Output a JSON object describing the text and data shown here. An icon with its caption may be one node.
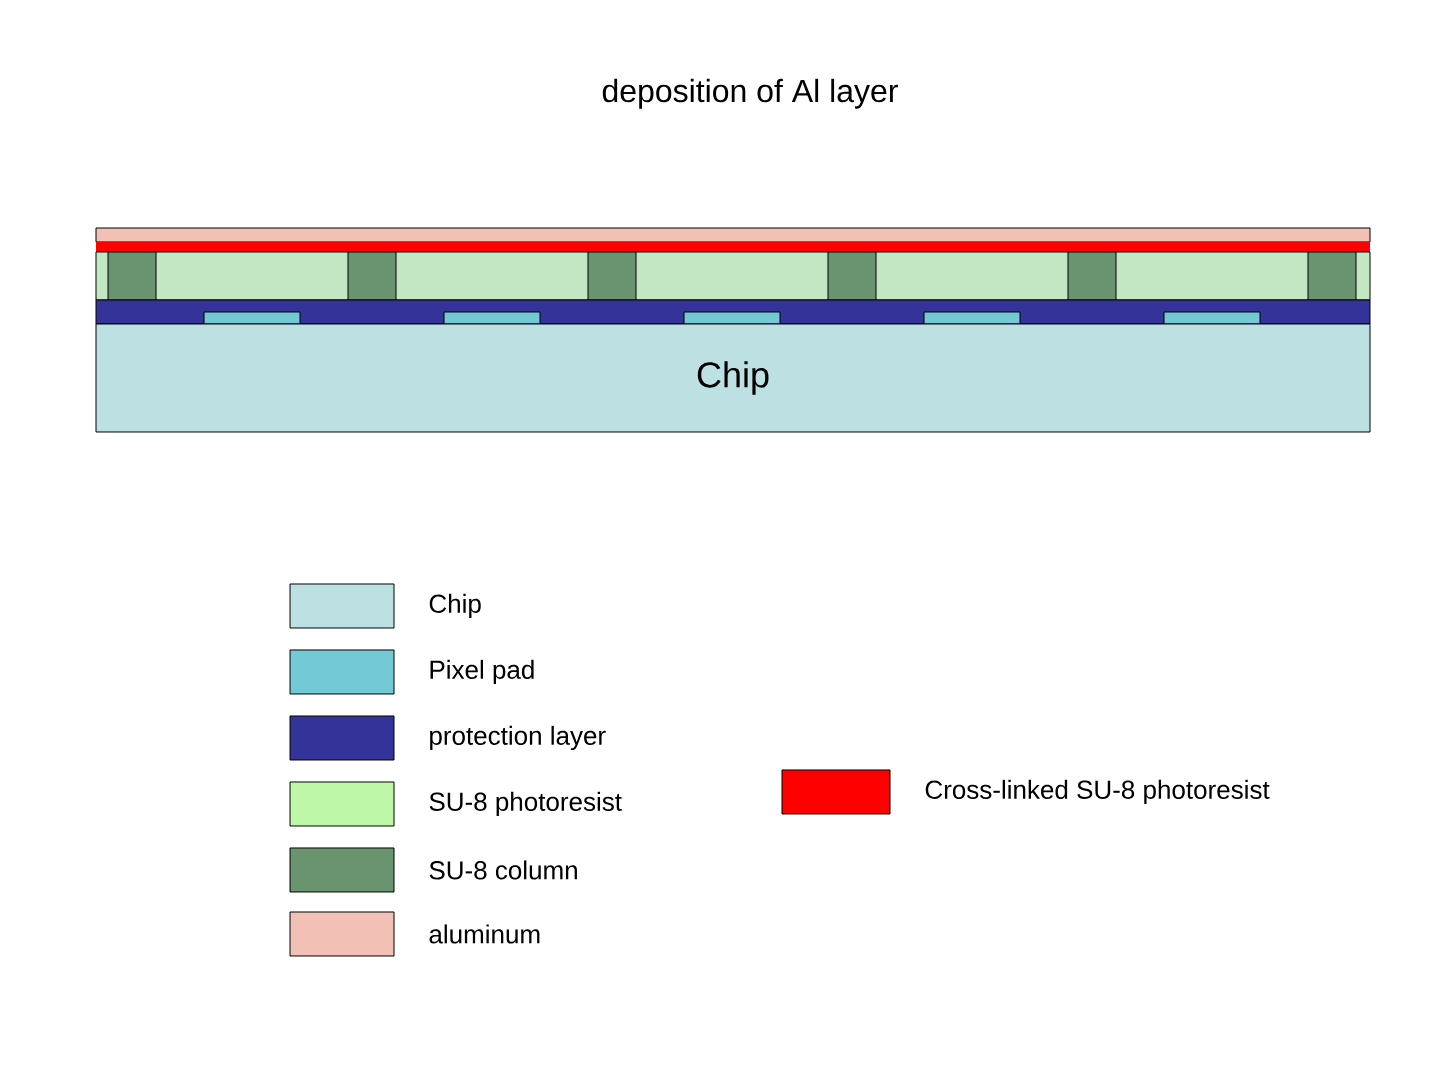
{
  "diagram": {
    "title": "deposition of Al layer",
    "nodes": [
      {
        "text": [
          "Chip"
        ]
      }
    ],
    "legend": [
      {
        "text": "Chip",
        "color": "#bde0e3"
      },
      {
        "text": "Pixel pad",
        "color": "#74c9d6"
      },
      {
        "text": "protection layer",
        "color": "#333399"
      },
      {
        "text": "SU-8 photoresist",
        "color": "#bff7a8"
      },
      {
        "text": "SU-8 column",
        "color": "#6a9470"
      },
      {
        "text": "aluminum",
        "color": "#f2c0b4"
      },
      {
        "text": "Cross-linked SU-8 photoresist",
        "color": "#ff0000"
      }
    ]
  }
}
